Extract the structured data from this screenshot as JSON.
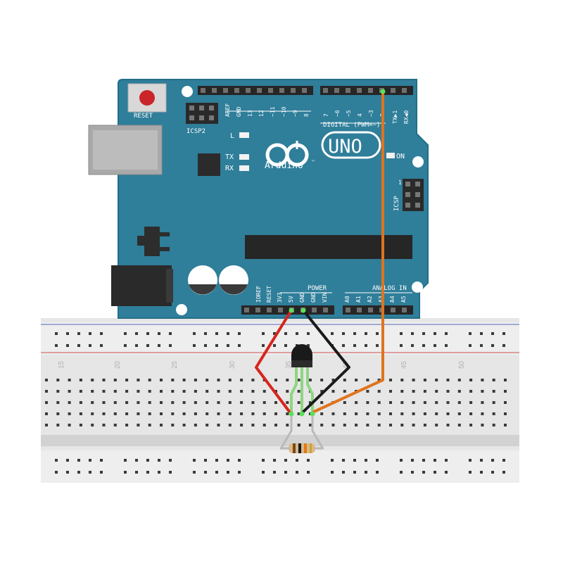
{
  "colors": {
    "board": "#2e7f9b",
    "board_edge": "#1f6b86",
    "breadboard": "#e4e4e4",
    "breadboard_rail": "#ececec",
    "hole": "#333333",
    "rail_red": "#c44",
    "rail_blue": "#46a",
    "wire_red": "#d6251c",
    "wire_black": "#1a1a1a",
    "wire_orange": "#e0741c",
    "leg_green": "#8cd47e"
  },
  "board": {
    "reset_label": "RESET",
    "icsp2_label": "ICSP2",
    "icsp_label": "ICSP",
    "icsp_pin1": "1",
    "led_labels": [
      "L",
      "TX",
      "RX"
    ],
    "on_label": "ON",
    "brand": "Arduino",
    "brand_tm": "™",
    "model": "UNO",
    "digital_label": "DIGITAL (PWM=~)",
    "power_label": "POWER",
    "analog_label": "ANALOG IN",
    "top_header_left": [
      "AREF",
      "GND",
      "13",
      "12",
      "~11",
      "~10",
      "~9",
      "8"
    ],
    "top_header_right": [
      "7",
      "~6",
      "~5",
      "4",
      "~3",
      "2",
      "TX▶1",
      "RX◀0"
    ],
    "power_pins": [
      "IOREF",
      "RESET",
      "3V3",
      "5V",
      "GND",
      "GND",
      "VIN"
    ],
    "analog_pins": [
      "A0",
      "A1",
      "A2",
      "A3",
      "A4",
      "A5"
    ]
  },
  "breadboard": {
    "column_numbers": [
      "15",
      "20",
      "25",
      "30",
      "35",
      "40",
      "45",
      "50"
    ]
  },
  "icons": {
    "reset": "reset-button-icon",
    "usb": "usb-connector-icon",
    "barrel": "power-jack-icon",
    "sensor": "to92-sensor-icon",
    "resistor": "resistor-icon"
  }
}
